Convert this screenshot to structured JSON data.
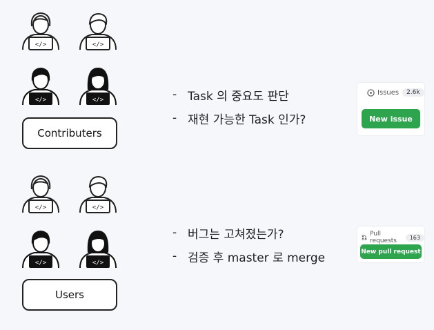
{
  "contributors": {
    "label": "Contributers",
    "bullets": [
      "Task 의 중요도 판단",
      "재현 가능한 Task 인가?"
    ],
    "panel": {
      "counter_label": "Issues",
      "counter_count": "2.6k",
      "button_label": "New issue"
    }
  },
  "users": {
    "label": "Users",
    "bullets": [
      "버그는 고쳐졌는가?",
      "검증 후 master 로 merge"
    ],
    "panel": {
      "counter_label": "Pull requests",
      "counter_count": "163",
      "button_label": "New pull request"
    }
  },
  "colors": {
    "button": "#2ea44f",
    "ink": "#222222",
    "background": "#f6f7fb"
  },
  "icons": {
    "person_outline": "developer-outline-icon",
    "person_filled": "developer-filled-icon",
    "laptop_code": "code-tag-icon"
  }
}
